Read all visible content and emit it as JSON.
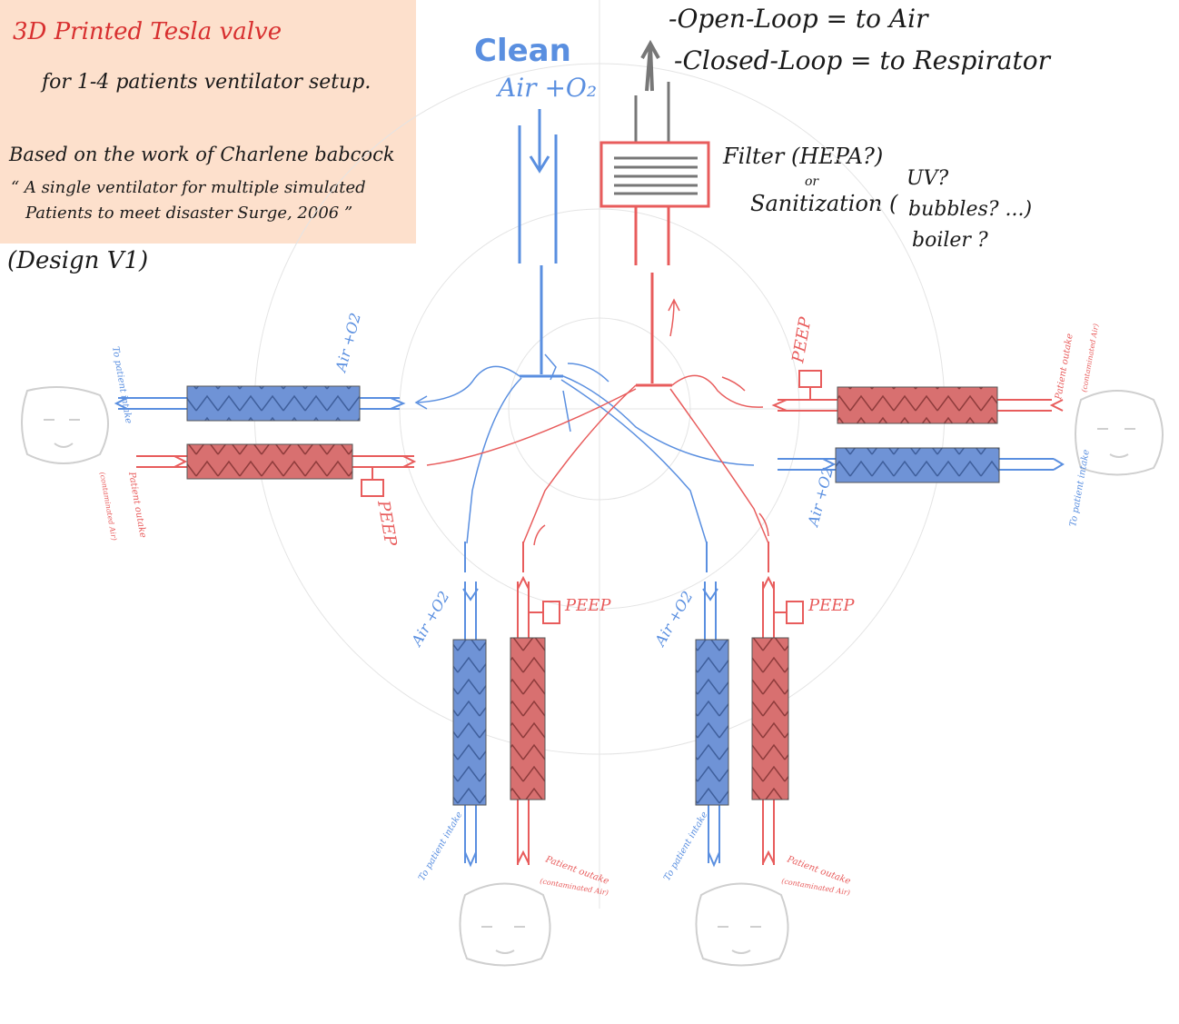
{
  "note": {
    "title": "3D Printed Tesla valve",
    "line1": "for 1-4 patients ventilator setup.",
    "line2": "Based on the work of Charlene babcock",
    "line3": "“ A single ventilator for multiple simulated",
    "line4": "Patients to meet disaster Surge, 2006 ”"
  },
  "design_label": "(Design V1)",
  "inlet": {
    "clean": "Clean",
    "air_o2": "Air +O₂"
  },
  "outlet": {
    "open_loop": "-Open-Loop = to Air",
    "closed_loop": "-Closed-Loop = to Respirator"
  },
  "filter": {
    "line1": "Filter (HEPA?)",
    "or": "or",
    "line2": "Sanitization (",
    "line3": "UV?",
    "line4": "bubbles? ...)",
    "line5": "boiler ?"
  },
  "labels": {
    "air_o2": "Air +O2",
    "peep": "PEEP",
    "to_patient": "To patient intake",
    "patient_outtake": "Patient outake",
    "contaminated": "(contaminated Air)"
  },
  "colors": {
    "clean_air": "#5a8fe0",
    "exhaust": "#e85c5c",
    "filter_outlet": "#777777",
    "note_bg": "#fde0cc",
    "valve_blue": "#6f93d6",
    "valve_red": "#d87070",
    "head": "#cfcfcf"
  }
}
